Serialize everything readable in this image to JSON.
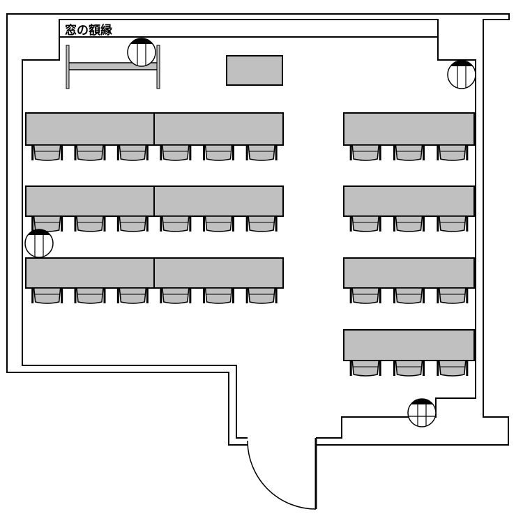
{
  "floor_plan": {
    "window_frame_label": "窓の額縁",
    "colors": {
      "furniture": "#c0c0c0",
      "line": "#000000",
      "background": "#ffffff"
    },
    "counts": {
      "desks": 10,
      "chairs": 30,
      "lights": 4
    }
  }
}
